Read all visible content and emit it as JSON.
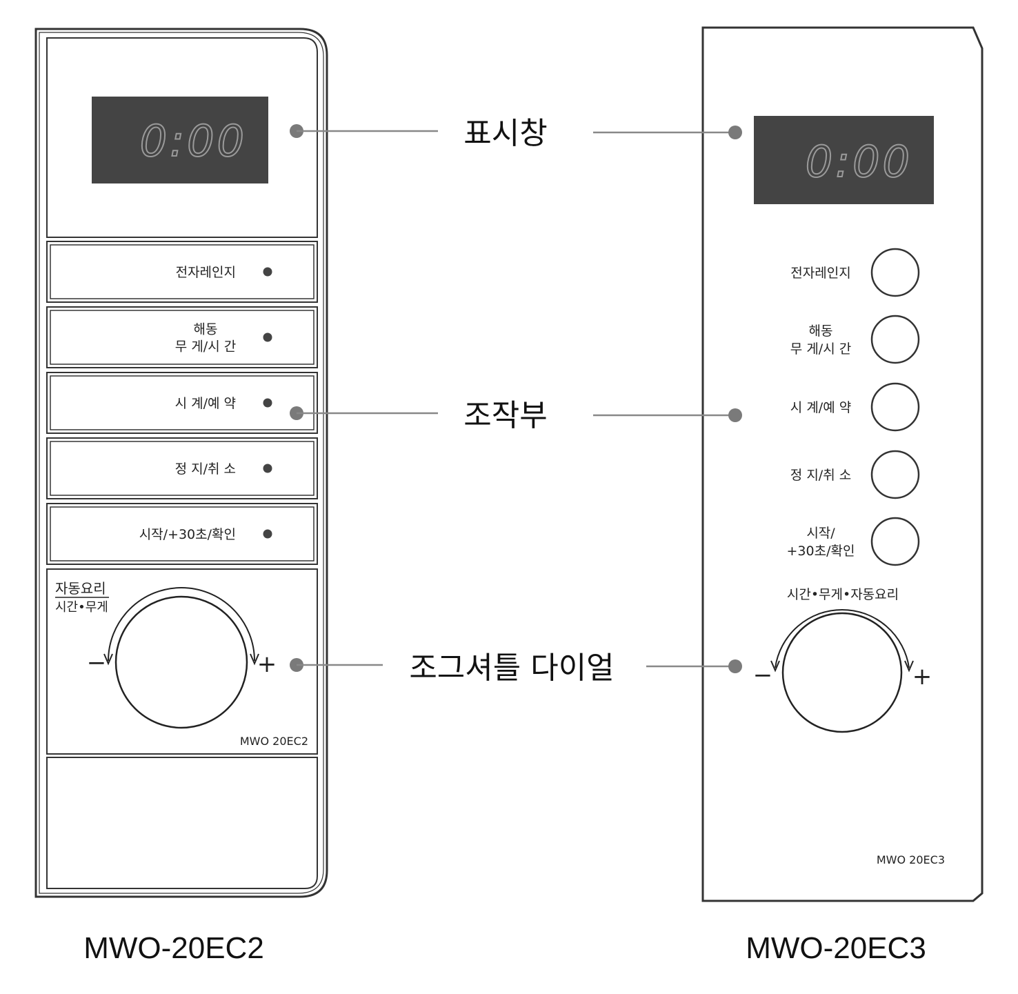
{
  "callouts": {
    "display_window": "표시창",
    "control_panel": "조작부",
    "shuttle_dial": "조그셔틀 다이얼"
  },
  "left_panel": {
    "model_caption": "MWO-20EC2",
    "display_value": "0:00",
    "buttons": [
      {
        "lines": [
          "전자레인지"
        ]
      },
      {
        "lines": [
          "해동",
          "무 게/시 간"
        ]
      },
      {
        "lines": [
          "시 계/예 약"
        ]
      },
      {
        "lines": [
          "정 지/취 소"
        ]
      },
      {
        "lines": [
          "시작/+30초/확인"
        ]
      }
    ],
    "dial_label_top": "자동요리",
    "dial_label_bottom": "시간•무게",
    "dial_minus": "−",
    "dial_plus": "+",
    "model_label": "MWO 20EC2"
  },
  "right_panel": {
    "model_caption": "MWO-20EC3",
    "display_value": "0:00",
    "buttons": [
      {
        "lines": [
          "전자레인지"
        ]
      },
      {
        "lines": [
          "해동",
          "무 게/시 간"
        ]
      },
      {
        "lines": [
          "시 계/예 약"
        ]
      },
      {
        "lines": [
          "정 지/취 소"
        ]
      },
      {
        "lines": [
          "시작/",
          "+30초/확인"
        ]
      }
    ],
    "dial_label": "시간•무게•자동요리",
    "dial_minus": "−",
    "dial_plus": "+",
    "model_label": "MWO 20EC3"
  },
  "colors": {
    "outline": "#333333",
    "display_bg": "#444444",
    "display_digits": "#8a8a8a",
    "callout_line": "#888888",
    "callout_dot": "#7a7a7a",
    "indicator_dot": "#444444"
  }
}
